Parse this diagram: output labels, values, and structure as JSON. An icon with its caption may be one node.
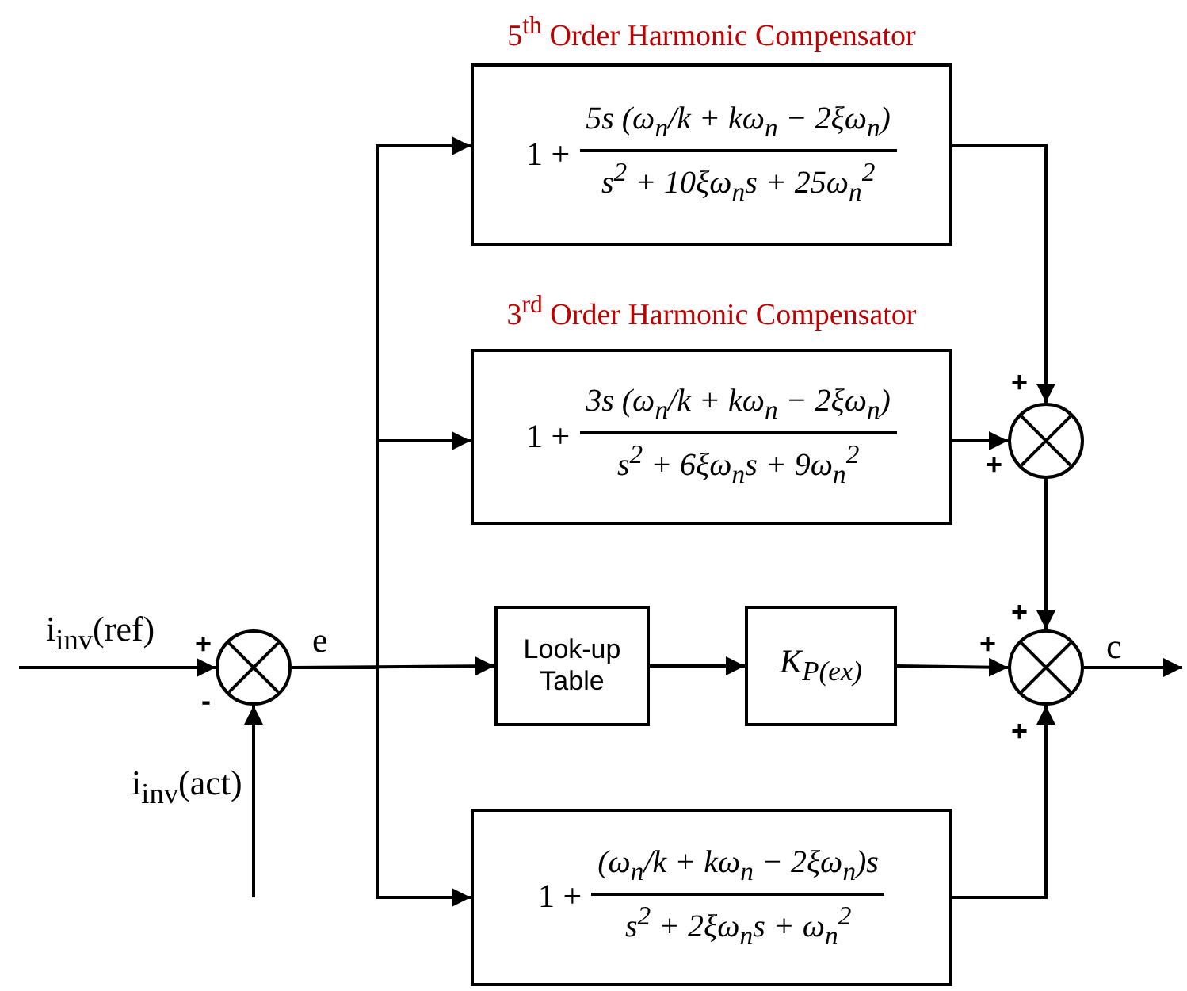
{
  "diagram": {
    "nodes": [
      {
        "text": [],
        "shape": "circle",
        "beside": [
          "+",
          "-"
        ]
      },
      {
        "text": [
          "Look-up Table"
        ]
      },
      {
        "text": [
          "K$_{P(ex)}$"
        ]
      },
      {
        "text": [
          "5$^{th}$ Order Harmonic Compensator",
          "1 +",
          "5s (ω$_{n}$/k + kω$_{n}$ − 2ξω$_{n}$)",
          "s$^{2}$ + 10ξω$_{n}$s + 25ω$_{n}$$^{2}$"
        ]
      },
      {
        "text": [
          "3$^{rd}$ Order Harmonic Compensator",
          "1 +",
          "3s (ω$_{n}$/k + kω$_{n}$ − 2ξω$_{n}$)",
          "s$^{2}$ + 6ξω$_{n}$s + 9ω$_{n}$$^{2}$"
        ]
      },
      {
        "text": [],
        "shape": "circle",
        "beside": [
          "+",
          "+"
        ]
      },
      {
        "text": [
          "1 +",
          "(ω$_{n}$/k + kω$_{n}$ − 2ξω$_{n}$)s",
          "s$^{2}$ + 2ξω$_{n}$s + ω$_{n}$$^{2}$"
        ]
      },
      {
        "text": [],
        "shape": "circle",
        "beside": [
          "+",
          "+",
          "+"
        ]
      }
    ],
    "edges": [
      {
        "from": null,
        "to": 0,
        "arrow": "to",
        "label": "i$_{inv}$(ref)"
      },
      {
        "from": null,
        "to": 0,
        "arrow": "to",
        "label": "i$_{inv}$(act)"
      },
      {
        "from": 0,
        "to": 3,
        "arrow": "to"
      },
      {
        "from": 0,
        "to": 4,
        "arrow": "to"
      },
      {
        "from": 0,
        "to": 1,
        "arrow": "to"
      },
      {
        "from": 0,
        "to": 6,
        "arrow": "to"
      },
      {
        "from": 1,
        "to": 2,
        "arrow": "to"
      },
      {
        "from": 2,
        "to": 7,
        "arrow": "to"
      },
      {
        "from": 3,
        "to": 5,
        "arrow": "to"
      },
      {
        "from": 4,
        "to": 5,
        "arrow": "to"
      },
      {
        "from": 5,
        "to": 7,
        "arrow": "to"
      },
      {
        "from": 6,
        "to": 7,
        "arrow": "to"
      },
      {
        "from": 7,
        "to": null,
        "arrow": "to",
        "label": "c"
      }
    ],
    "labels": [
      "e"
    ]
  }
}
